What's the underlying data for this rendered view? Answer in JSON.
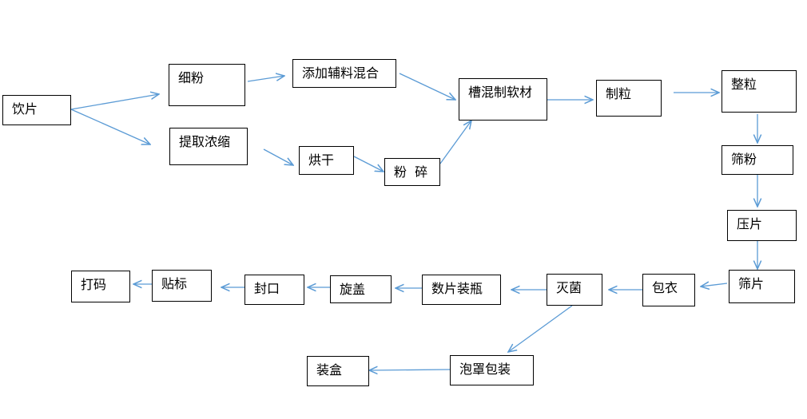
{
  "diagram": {
    "line_color": "#5b9bd5",
    "nodes": [
      {
        "id": "yinpian",
        "label": "饮片"
      },
      {
        "id": "xifen",
        "label": "细粉"
      },
      {
        "id": "tiqu",
        "label": "提取浓缩"
      },
      {
        "id": "tianjia",
        "label": "添加辅料混合"
      },
      {
        "id": "honggan",
        "label": "烘干"
      },
      {
        "id": "fensui",
        "label": "粉  碎"
      },
      {
        "id": "caohun",
        "label": "槽混制软材"
      },
      {
        "id": "zhili",
        "label": "制粒"
      },
      {
        "id": "zhengli",
        "label": "整粒"
      },
      {
        "id": "shaifen",
        "label": "筛粉"
      },
      {
        "id": "yapian",
        "label": "压片"
      },
      {
        "id": "shaipian",
        "label": "筛片"
      },
      {
        "id": "baoyi",
        "label": "包衣"
      },
      {
        "id": "miejun",
        "label": "灭菌"
      },
      {
        "id": "shupian",
        "label": "数片装瓶"
      },
      {
        "id": "xuangai",
        "label": "旋盖"
      },
      {
        "id": "fengkou",
        "label": "封口"
      },
      {
        "id": "tiebiao",
        "label": "贴标"
      },
      {
        "id": "dama",
        "label": "打码"
      },
      {
        "id": "paozhao",
        "label": "泡罩包装"
      },
      {
        "id": "zhuanghe",
        "label": "装盒"
      }
    ],
    "edges": [
      {
        "from": "yinpian",
        "to": "xifen"
      },
      {
        "from": "yinpian",
        "to": "tiqu"
      },
      {
        "from": "xifen",
        "to": "tianjia"
      },
      {
        "from": "tianjia",
        "to": "caohun"
      },
      {
        "from": "tiqu",
        "to": "honggan"
      },
      {
        "from": "honggan",
        "to": "fensui"
      },
      {
        "from": "fensui",
        "to": "caohun"
      },
      {
        "from": "caohun",
        "to": "zhili"
      },
      {
        "from": "zhili",
        "to": "zhengli"
      },
      {
        "from": "zhengli",
        "to": "shaifen"
      },
      {
        "from": "shaifen",
        "to": "yapian"
      },
      {
        "from": "yapian",
        "to": "shaipian"
      },
      {
        "from": "shaipian",
        "to": "baoyi"
      },
      {
        "from": "baoyi",
        "to": "miejun"
      },
      {
        "from": "miejun",
        "to": "shupian"
      },
      {
        "from": "shupian",
        "to": "xuangai"
      },
      {
        "from": "xuangai",
        "to": "fengkou"
      },
      {
        "from": "fengkou",
        "to": "tiebiao"
      },
      {
        "from": "tiebiao",
        "to": "dama"
      },
      {
        "from": "miejun",
        "to": "paozhao"
      },
      {
        "from": "paozhao",
        "to": "zhuanghe"
      }
    ]
  }
}
